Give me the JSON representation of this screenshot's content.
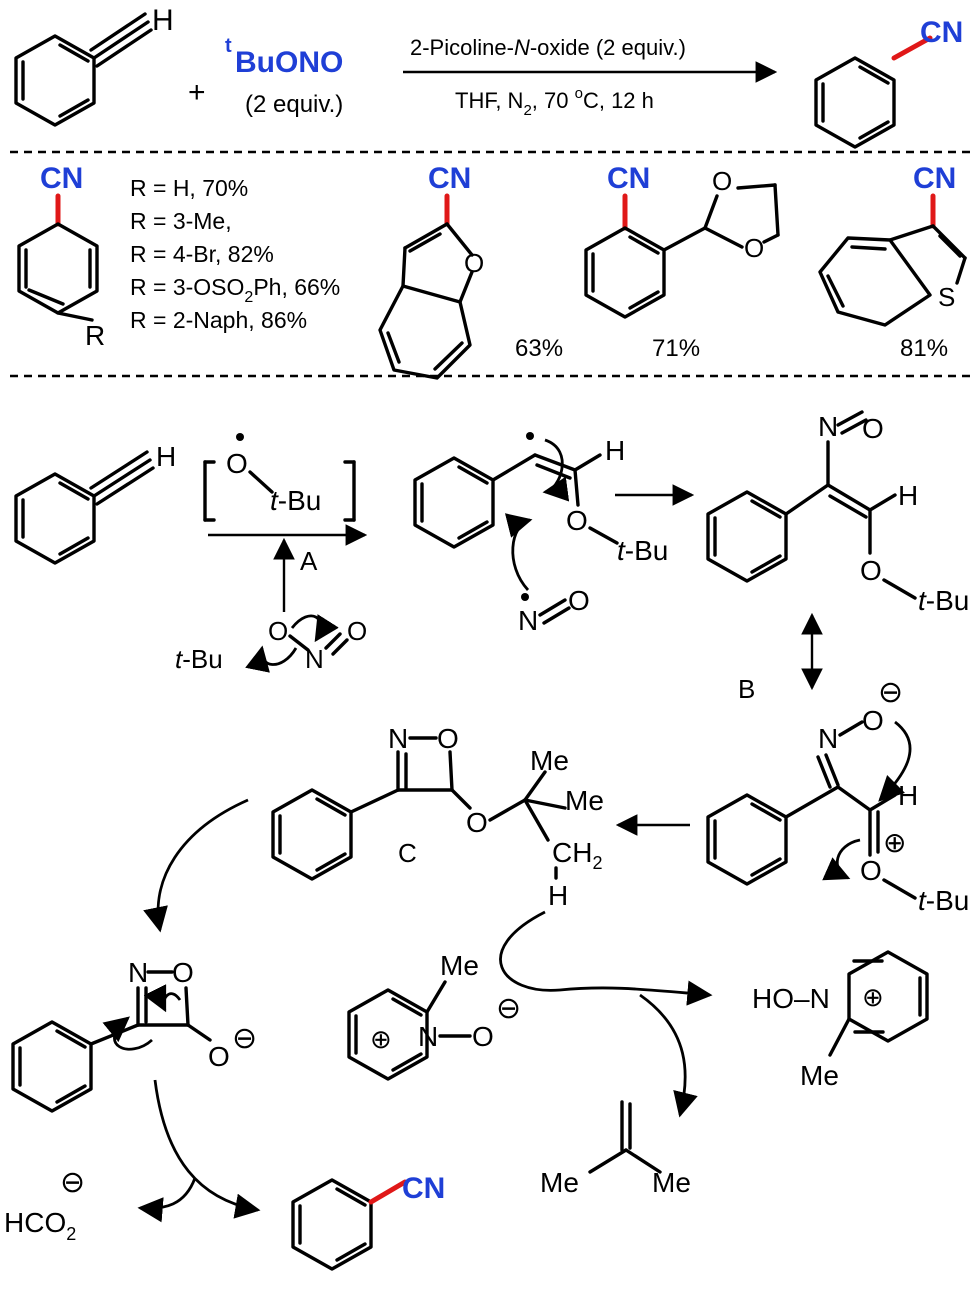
{
  "reaction": {
    "alkyne_h": "H",
    "plus": "+",
    "reagent_super": "t",
    "reagent": "BuONO",
    "reagent_equiv": "(2 equiv.)",
    "cond_line1_a": "2-Picoline-",
    "cond_line1_n": "N",
    "cond_line1_b": "-oxide (2 equiv.)",
    "cond_line2_a": "THF, N",
    "cond_line2_sub": "2",
    "cond_line2_b": ", 70 ",
    "cond_line2_sup": "o",
    "cond_line2_c": "C, 12 h",
    "product_cn": "CN"
  },
  "scope": {
    "cn_label": "CN",
    "r_label": "R",
    "r_list": [
      "R = H, 70%",
      "R = 3-Me,",
      "R = 4-Br, 82%",
      "R = 3-OSO",
      "R = 2-Naph, 86%"
    ],
    "r_list_sub": "2",
    "r_list_tail": "Ph, 66%",
    "benzofuran_o": "O",
    "benzofuran_yield": "63%",
    "dioxolane_o1": "O",
    "dioxolane_o2": "O",
    "dioxolane_yield": "71%",
    "benzothiophene_s": "S",
    "benzothiophene_yield": "81%"
  },
  "mechanism": {
    "h": "H",
    "o": "O",
    "n": "N",
    "tbu_t": "t",
    "tbu_bu": "-Bu",
    "label_a": "A",
    "label_b": "B",
    "label_c": "C",
    "me": "Me",
    "ch2": "CH",
    "ch2_sub": "2",
    "minus": "⊖",
    "plus": "⊕",
    "ho_n": "HO–N",
    "hco2": "HCO",
    "hco2_sub": "2",
    "final_cn": "CN"
  }
}
